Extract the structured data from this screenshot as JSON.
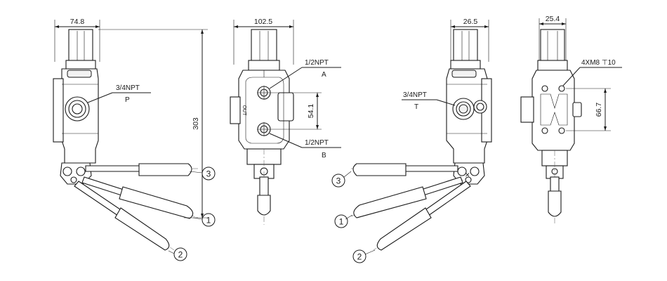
{
  "views": {
    "side_left": {
      "dim_width": "74.8",
      "dim_height": "303",
      "port_p_size": "3/4NPT",
      "port_p_name": "P",
      "positions": [
        "3",
        "1",
        "2"
      ]
    },
    "front": {
      "dim_width": "102.5",
      "dim_spacing": "54.1",
      "port_a_size": "1/2NPT",
      "port_a_name": "A",
      "port_b_size": "1/2NPT",
      "port_b_name": "B",
      "out_label": "OUT"
    },
    "side_right": {
      "dim_width": "26.5",
      "port_t_size": "3/4NPT",
      "port_t_name": "T",
      "positions": [
        "3",
        "1",
        "2"
      ]
    },
    "back": {
      "dim_width": "25.4",
      "dim_spacing": "66.7",
      "bolt_spec": "4XM8 ⊤10"
    }
  }
}
